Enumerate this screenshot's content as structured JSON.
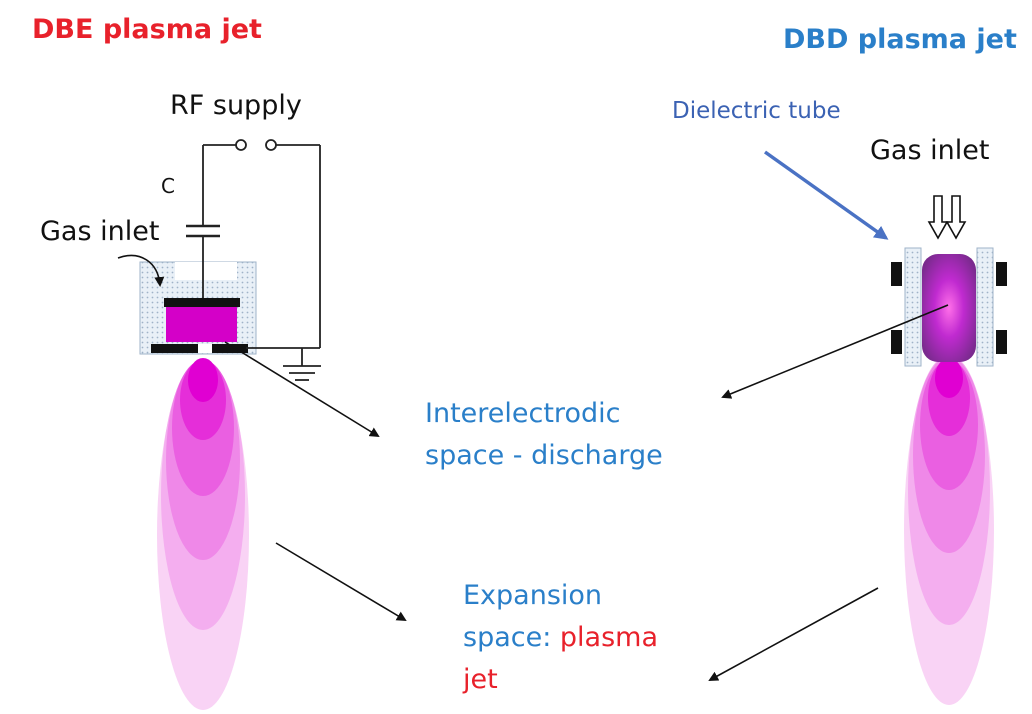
{
  "left_title": "DBE plasma jet",
  "right_title": "DBD plasma jet",
  "rf_supply": "RF supply",
  "capacitor_label": "C",
  "gas_inlet_left": "Gas inlet",
  "gas_inlet_right": "Gas inlet",
  "dielectric_tube": "Dielectric tube",
  "interelectrodic": {
    "line1": "Interelectrodic",
    "line2": "space - discharge"
  },
  "expansion": {
    "line1": "Expansion",
    "line2_prefix": "space: ",
    "line2_highlight": "plasma",
    "line3": "jet"
  },
  "colors": {
    "red": "#e8212b",
    "blue": "#2a7fc9",
    "dielectric_blue": "#3b62b3",
    "plasma_core": "#e600d8",
    "plasma_light": "#f7c4f2",
    "discharge_purple": "#8a2a9a"
  }
}
